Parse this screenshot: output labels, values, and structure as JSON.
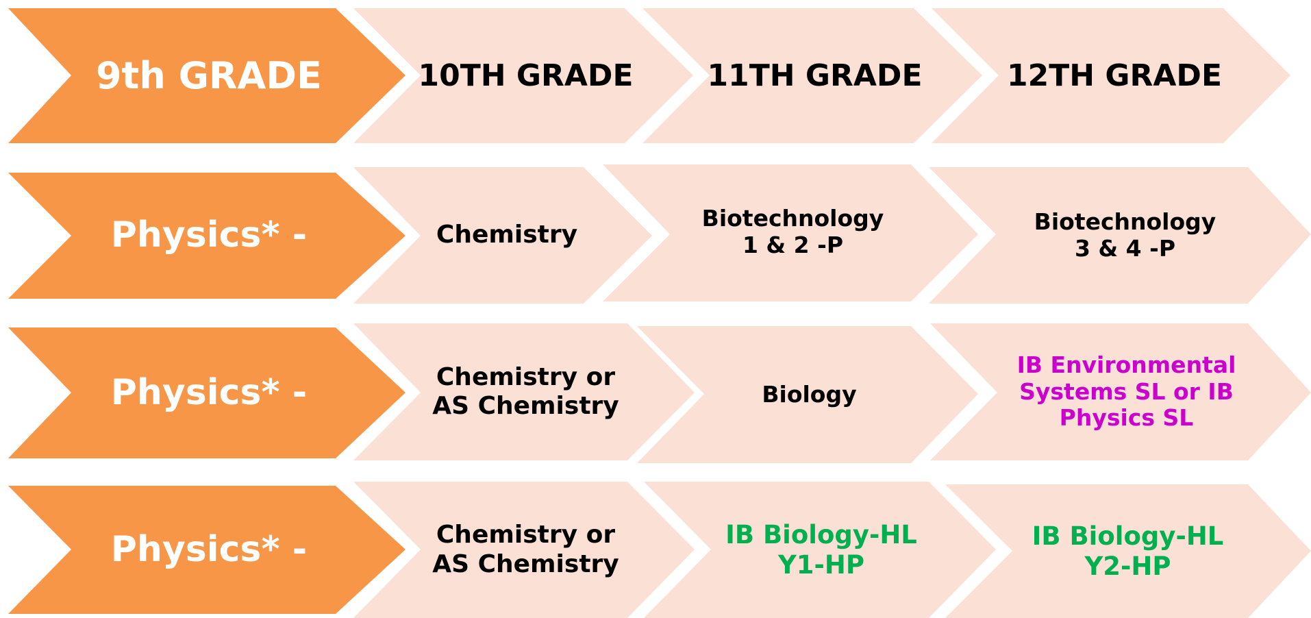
{
  "colors": {
    "primary_chevron": "#f79646",
    "light_chevron": "#fbe0d6",
    "primary_text": "#ffffff",
    "course_text": "#000000",
    "ib_environmental_text": "#cc00cc",
    "ib_biology_text": "#00b050"
  },
  "header_row": {
    "grade_9": "9th GRADE",
    "grade_10": "10TH GRADE",
    "grade_11": "11TH GRADE",
    "grade_12": "12TH GRADE"
  },
  "pathways": [
    {
      "grade_9": "Physics* -",
      "grade_10": "Chemistry",
      "grade_11": "Biotechnology\n1 & 2 -P",
      "grade_12": "Biotechnology\n3 & 4 -P"
    },
    {
      "grade_9": "Physics* -",
      "grade_10": "Chemistry or\nAS Chemistry",
      "grade_11": "Biology",
      "grade_12": "IB Environmental\nSystems SL or        IB\nPhysics SL"
    },
    {
      "grade_9": "Physics* -",
      "grade_10": "Chemistry or\nAS Chemistry",
      "grade_11": "IB Biology-HL\nY1-HP",
      "grade_12": "IB Biology-HL\nY2-HP"
    }
  ]
}
